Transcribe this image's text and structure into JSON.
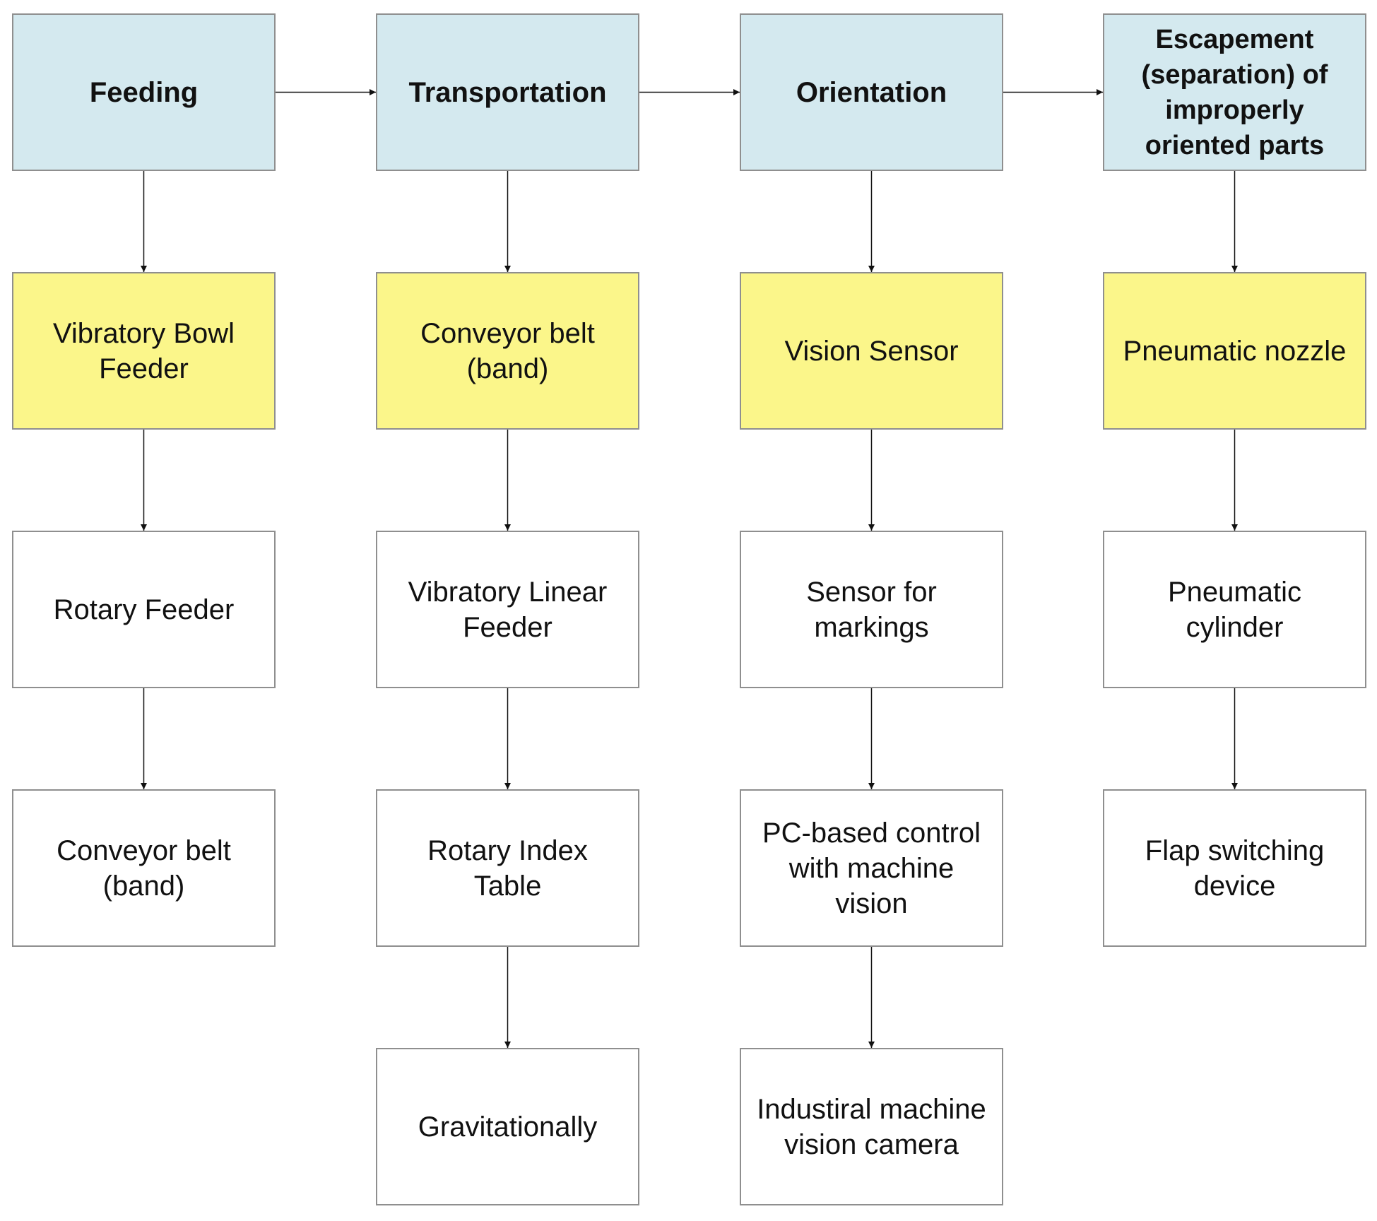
{
  "colors": {
    "stage_fill": "#d4e9ef",
    "primary_fill": "#fbf68a",
    "option_fill": "#ffffff",
    "border": "#8f8f8f",
    "arrow": "#111111"
  },
  "columns": [
    {
      "stage": "Feeding",
      "primary": "Vibratory Bowl\nFeeder",
      "options": [
        "Rotary Feeder",
        "Conveyor belt\n(band)"
      ]
    },
    {
      "stage": "Transportation",
      "primary": "Conveyor belt\n(band)",
      "options": [
        "Vibratory Linear\nFeeder",
        "Rotary Index\nTable",
        "Gravitationally"
      ]
    },
    {
      "stage": "Orientation",
      "primary": "Vision Sensor",
      "options": [
        "Sensor for\nmarkings",
        "PC-based control\nwith machine\nvision",
        "Industiral machine\nvision camera"
      ]
    },
    {
      "stage": "Escapement\n(separation) of\nimproperly\noriented parts",
      "primary": "Pneumatic nozzle",
      "options": [
        "Pneumatic\ncylinder",
        "Flap switching\ndevice"
      ]
    }
  ]
}
